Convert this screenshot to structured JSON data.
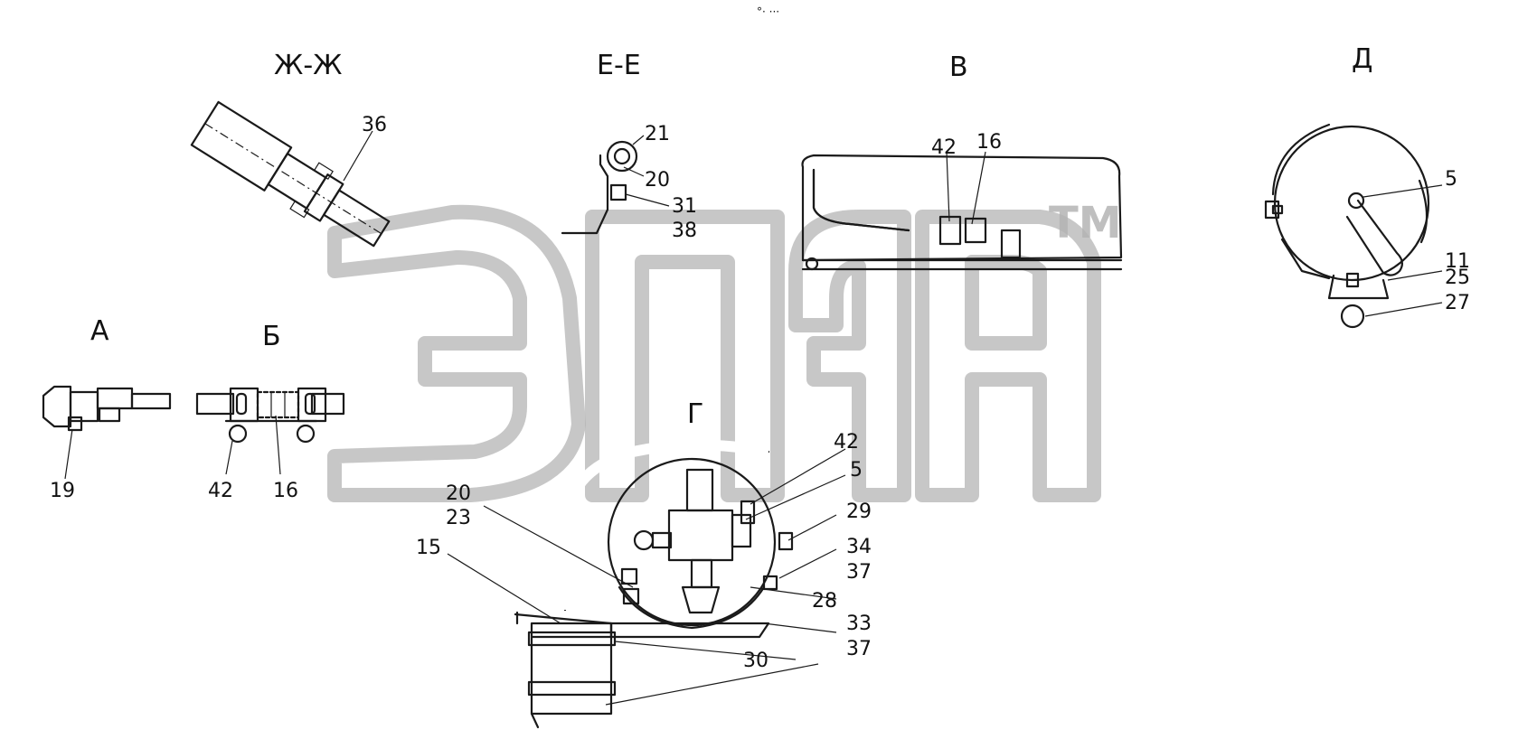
{
  "header_mark": "°· ···",
  "watermark": {
    "text": "ТМ"
  },
  "views": [
    {
      "id": "zh-zh",
      "title": "Ж-Ж"
    },
    {
      "id": "e-e",
      "title": "Е-Е"
    },
    {
      "id": "v",
      "title": "В"
    },
    {
      "id": "d",
      "title": "Д"
    },
    {
      "id": "a",
      "title": "А"
    },
    {
      "id": "b",
      "title": "Б"
    },
    {
      "id": "g",
      "title": "Г"
    }
  ],
  "callouts": {
    "zh_zh": [
      "36"
    ],
    "e_e": [
      "21",
      "20",
      "31",
      "38"
    ],
    "v": [
      "42",
      "16"
    ],
    "d": [
      "5",
      "11",
      "25",
      "27"
    ],
    "a": [
      "19"
    ],
    "b": [
      "42",
      "16"
    ],
    "g": [
      "42",
      "5",
      "29",
      "34",
      "37",
      "28",
      "33",
      "37",
      "30",
      "20",
      "23",
      "15"
    ]
  }
}
